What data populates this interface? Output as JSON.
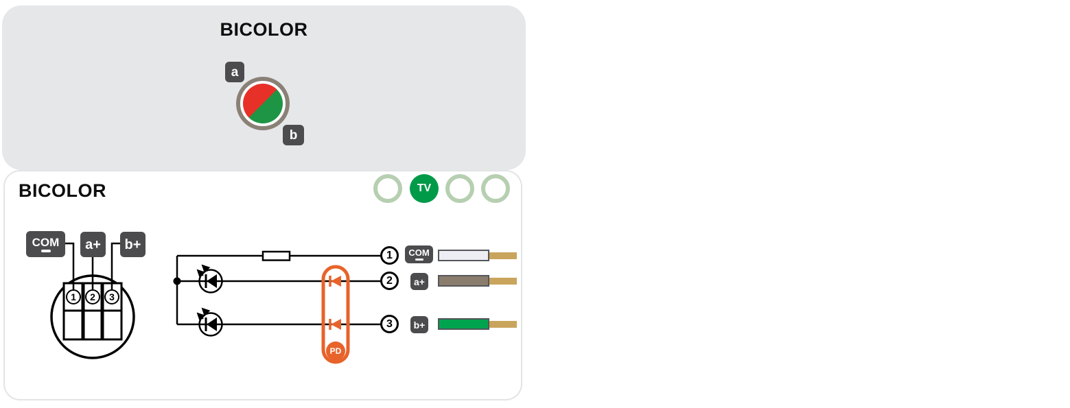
{
  "top_panel": {
    "title": "BICOLOR",
    "background_color": "#e6e7e9",
    "led_icon": {
      "label_a": "a",
      "label_b": "b",
      "color_a": "#e73128",
      "color_b": "#1e9545",
      "ring_color": "#8a8176"
    }
  },
  "bottom_panel": {
    "title": "BICOLOR",
    "format_indicators": {
      "circles": [
        {
          "label": "",
          "active": false
        },
        {
          "label": "TV",
          "active": true
        },
        {
          "label": "",
          "active": false
        },
        {
          "label": "",
          "active": false
        }
      ],
      "active_color": "#009a49",
      "ring_color": "#b6cfb1"
    },
    "connector": {
      "labels": [
        {
          "text": "COM",
          "polarity": "-"
        },
        {
          "text": "a+"
        },
        {
          "text": "b+"
        }
      ],
      "pins": [
        "1",
        "2",
        "3"
      ]
    },
    "circuit": {
      "pd_label": "PD",
      "pd_color": "#e8632a"
    },
    "terminals": [
      {
        "number": "1",
        "label": "COM",
        "polarity": "-",
        "wire_color": "#eceef4"
      },
      {
        "number": "2",
        "label": "a+",
        "polarity": "",
        "wire_color": "#8b7d6d"
      },
      {
        "number": "3",
        "label": "b+",
        "polarity": "",
        "wire_color": "#00a44f"
      }
    ],
    "wire_tip_color": "#c9a45c"
  }
}
